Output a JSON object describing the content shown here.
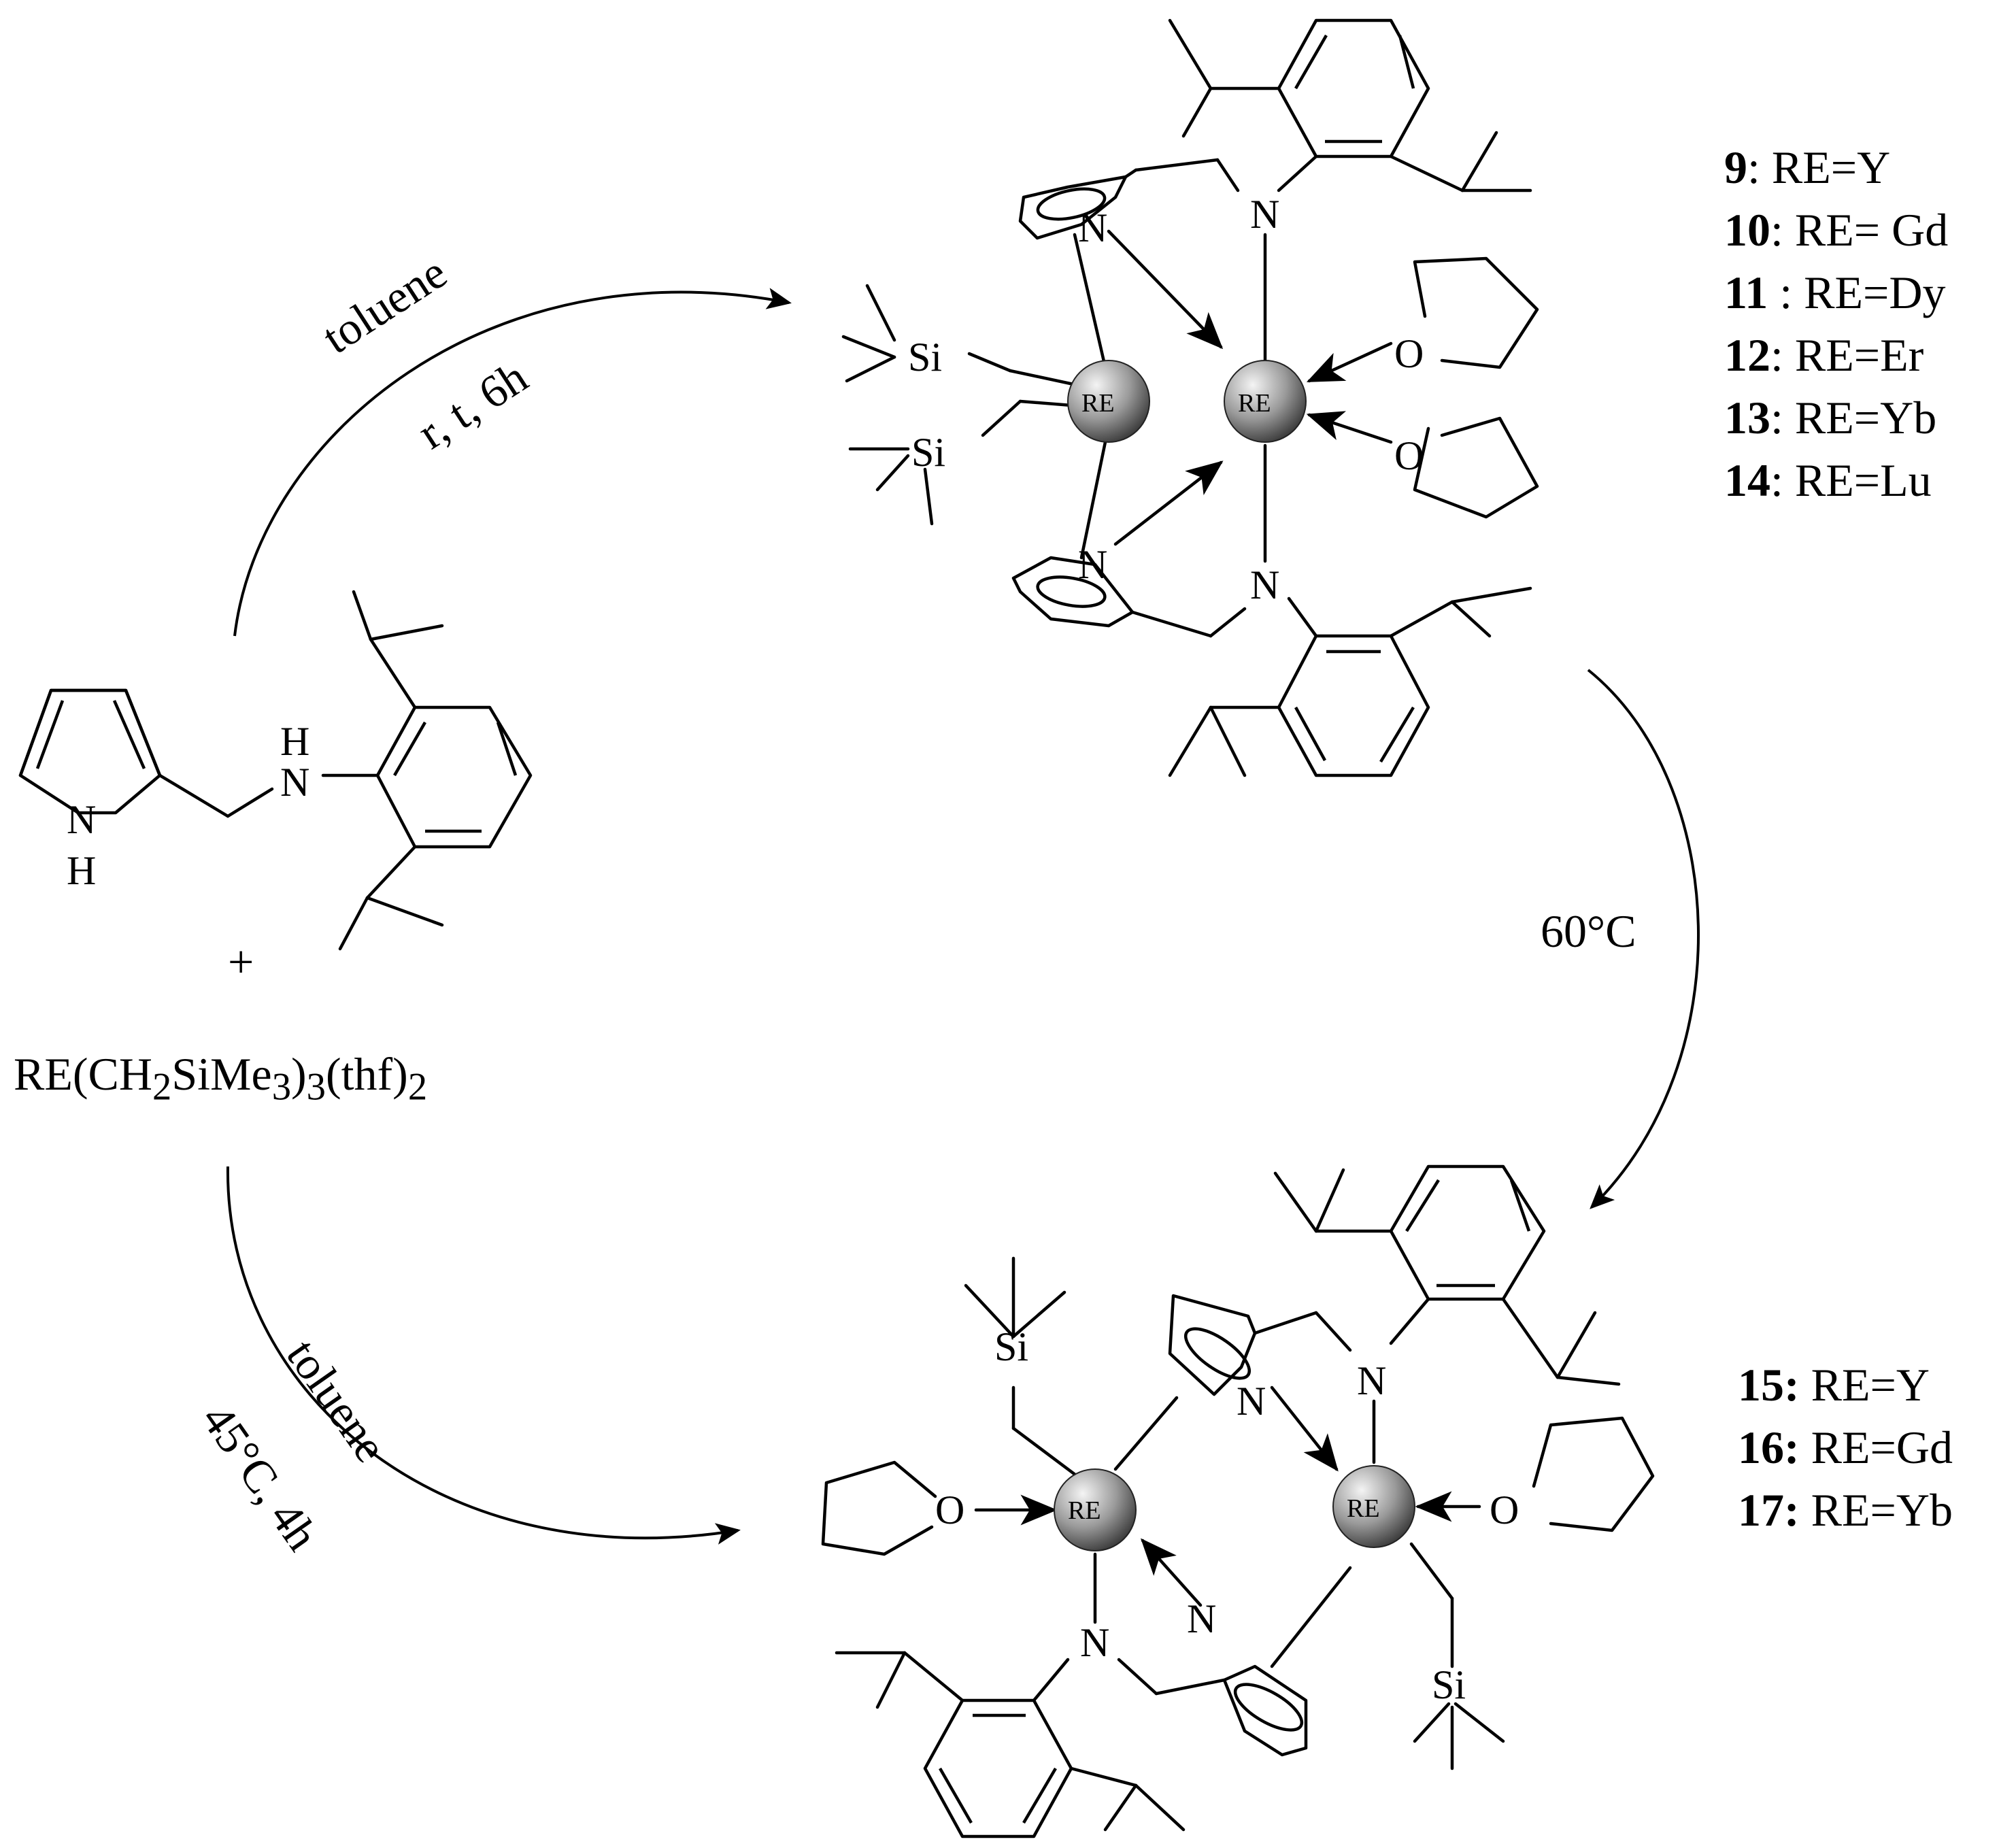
{
  "reagents": {
    "plus": "+",
    "precursor": {
      "a": "RE(CH",
      "s1": "2",
      "b": "SiMe",
      "s2": "3",
      "c": ")",
      "s3": "3",
      "d": "(thf)",
      "s4": "2"
    }
  },
  "conditions": {
    "upper_line1": "toluene",
    "upper_line2": "r, t, 6h",
    "right": "60°C",
    "lower_line1": "toluene",
    "lower_line2": "45°C, 4h"
  },
  "atoms": {
    "N": "N",
    "H": "H",
    "Si": "Si",
    "O": "O",
    "RE": "RE"
  },
  "series_top": [
    {
      "num": "9",
      "sep": ": ",
      "text": "RE=Y"
    },
    {
      "num": "10",
      "sep": ": ",
      "text": "RE= Gd"
    },
    {
      "num": "11",
      "sep": " : ",
      "text": "RE=Dy"
    },
    {
      "num": "12",
      "sep": ": ",
      "text": "RE=Er"
    },
    {
      "num": "13",
      "sep": ": ",
      "text": "RE=Yb"
    },
    {
      "num": "14",
      "sep": ": ",
      "text": "RE=Lu"
    }
  ],
  "series_bottom": [
    {
      "num": "15:",
      "sep": " ",
      "text": "RE=Y"
    },
    {
      "num": "16:",
      "sep": " ",
      "text": "RE=Gd"
    },
    {
      "num": "17:",
      "sep": " ",
      "text": "RE=Yb"
    }
  ],
  "colors": {
    "ink": "#000000",
    "metal_light": "#f2f2f2",
    "metal_dark": "#4a4a4a"
  }
}
